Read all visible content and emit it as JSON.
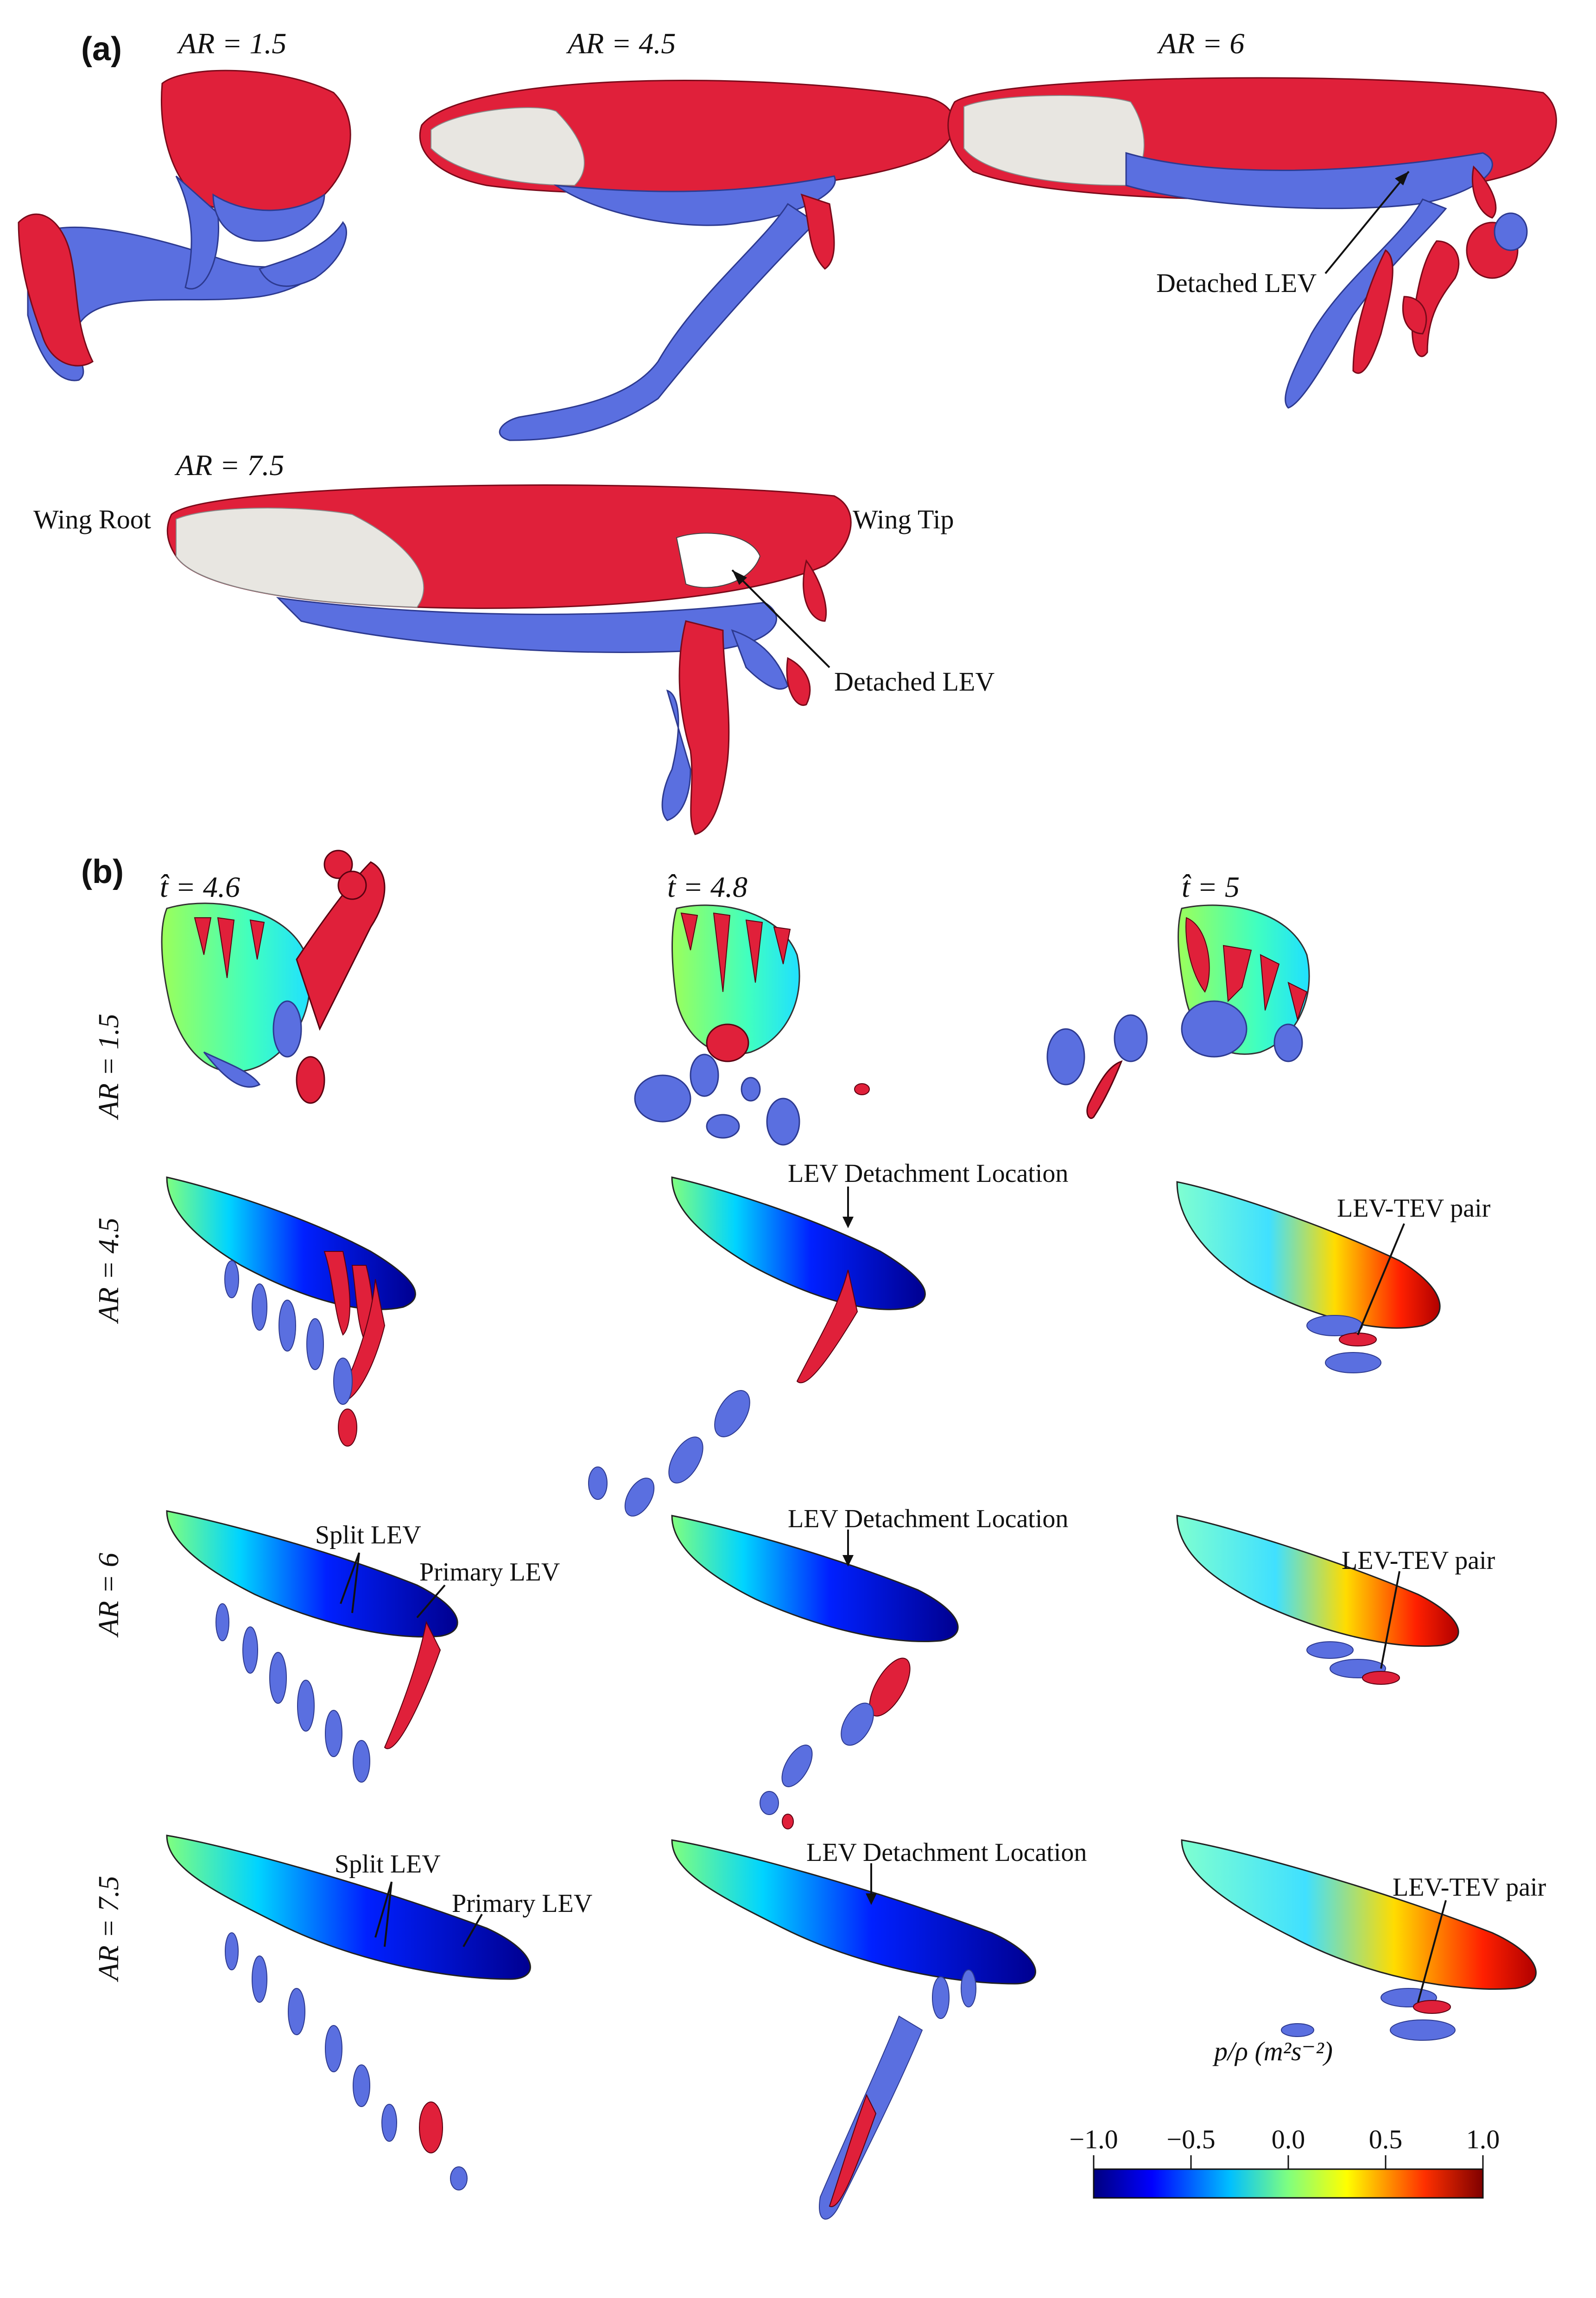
{
  "panels": {
    "a_label": "(a)",
    "b_label": "(b)"
  },
  "panel_a": {
    "ar_labels": [
      "AR = 1.5",
      "AR = 4.5",
      "AR = 6",
      "AR = 7.5"
    ],
    "annotations": {
      "detached_lev_ar6": "Detached LEV",
      "wing_root": "Wing Root",
      "wing_tip": "Wing Tip",
      "detached_lev_ar75": "Detached LEV"
    }
  },
  "panel_b": {
    "time_labels": [
      "t̂ = 4.6",
      "t̂ = 4.8",
      "t̂ = 5"
    ],
    "row_labels": [
      "AR = 1.5",
      "AR = 4.5",
      "AR = 6",
      "AR = 7.5"
    ],
    "annotations": {
      "lev_detach_45": "LEV Detachment Location",
      "lev_tev_45": "LEV-TEV pair",
      "split_lev_6": "Split LEV",
      "primary_lev_6": "Primary LEV",
      "lev_detach_6": "LEV Detachment Location",
      "lev_tev_6": "LEV-TEV pair",
      "split_lev_75": "Split LEV",
      "primary_lev_75": "Primary LEV",
      "lev_detach_75": "LEV Detachment Location",
      "lev_tev_75": "LEV-TEV pair"
    }
  },
  "colorbar": {
    "title": "p/ρ (m²s⁻²)",
    "ticks": [
      "−1.0",
      "−0.5",
      "0.0",
      "0.5",
      "1.0"
    ],
    "range": [
      -1.0,
      1.0
    ]
  },
  "colors": {
    "positive_vortex": "#e0203a",
    "negative_vortex": "#5a6fe0",
    "wing_surface": "#e8e6e1"
  }
}
